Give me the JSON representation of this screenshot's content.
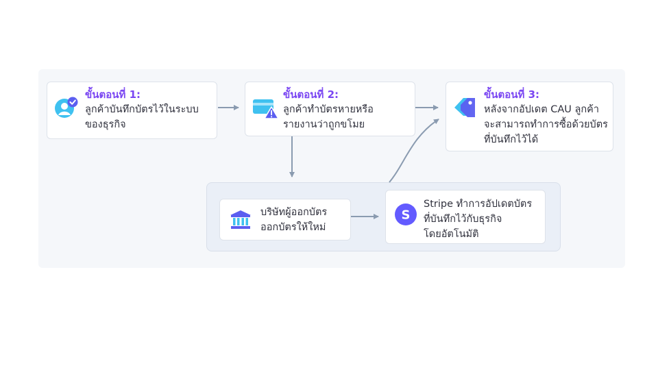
{
  "steps": [
    {
      "title": "ขั้นตอนที่ 1:",
      "lines": [
        "ลูกค้าบันทึกบัตรไว้ในระบบ",
        "ของธุรกิจ"
      ],
      "icon": "user-check-icon"
    },
    {
      "title": "ขั้นตอนที่ 2:",
      "lines": [
        "ลูกค้าทำบัตรหายหรือ",
        "รายงานว่าถูกขโมย"
      ],
      "icon": "card-warning-icon"
    },
    {
      "title": "ขั้นตอนที่ 3:",
      "lines": [
        "หลังจากอัปเดต CAU ลูกค้า",
        "จะสามารถทำการซื้อด้วยบัตร",
        "ที่บันทึกไว้ได้"
      ],
      "icon": "tag-icon"
    }
  ],
  "issuer": {
    "lines": [
      "บริษัทผู้ออกบัตร",
      "ออกบัตรให้ใหม่"
    ],
    "icon": "bank-icon"
  },
  "stripe": {
    "lines": [
      "Stripe ทำการอัปเดตบัตร",
      "ที่บันทึกไว้กับธุรกิจ",
      "โดยอัตโนมัติ"
    ],
    "icon": "stripe-logo-icon",
    "logo_letter": "S"
  },
  "colors": {
    "accent": "#7a46f2",
    "arrow": "#8a9bb0",
    "icon_cyan": "#3fc1f0",
    "stripe": "#635bff"
  }
}
